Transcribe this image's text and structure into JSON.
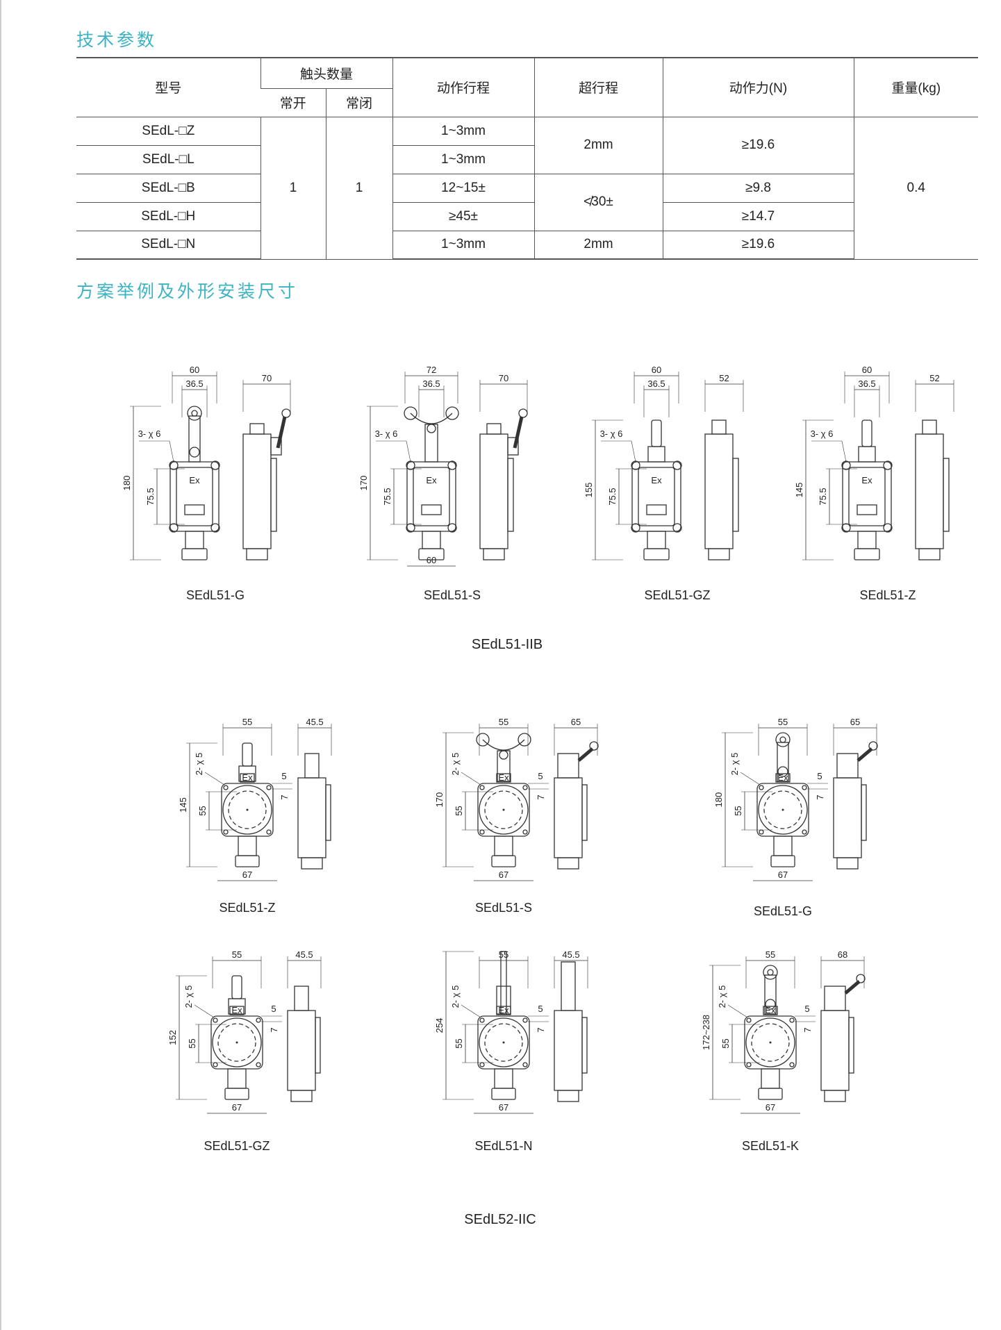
{
  "sections": {
    "spec_title": "技术参数",
    "drawings_title": "方案举例及外形安装尺寸"
  },
  "table": {
    "headers": {
      "model": "型号",
      "contacts": "触头数量",
      "no": "常开",
      "nc": "常闭",
      "travel": "动作行程",
      "overtravel": "超行程",
      "force": "动作力(N)",
      "weight": "重量(kg)"
    },
    "rows": [
      {
        "model": "SEdL-□Z",
        "travel": "1~3mm"
      },
      {
        "model": "SEdL-□L",
        "travel": "1~3mm"
      },
      {
        "model": "SEdL-□B",
        "travel": "12~15±"
      },
      {
        "model": "SEdL-□H",
        "travel": "≥45±"
      },
      {
        "model": "SEdL-□N",
        "travel": "1~3mm"
      }
    ],
    "no_value": "1",
    "nc_value": "1",
    "overtravel": [
      "2mm",
      "≮30±",
      "2mm"
    ],
    "force": [
      "≥19.6",
      "≥9.8",
      "≥14.7",
      "≥19.6"
    ],
    "weight": "0.4"
  },
  "iib": {
    "series": "SEdL51-IIB",
    "drawings": [
      {
        "model": "SEdL51-G",
        "w": "60",
        "w2": "36.5",
        "side": "70",
        "h": "180",
        "h2": "75.5",
        "holes": "3- χ 6",
        "act": "roller"
      },
      {
        "model": "SEdL51-S",
        "w": "72",
        "w2": "36.5",
        "side": "70",
        "h": "170",
        "h2": "75.5",
        "holes": "3- χ 6",
        "bottom": "60",
        "act": "fork"
      },
      {
        "model": "SEdL51-GZ",
        "w": "60",
        "w2": "36.5",
        "side": "52",
        "h": "155",
        "h2": "75.5",
        "holes": "3- χ 6",
        "act": "plunger"
      },
      {
        "model": "SEdL51-Z",
        "w": "60",
        "w2": "36.5",
        "side": "52",
        "h": "145",
        "h2": "75.5",
        "holes": "3- χ 6",
        "act": "plunger"
      }
    ]
  },
  "iic": {
    "series": "SEdL52-IIC",
    "drawings": [
      {
        "model": "SEdL51-Z",
        "w": "55",
        "side": "45.5",
        "h": "145",
        "h2": "55",
        "holes": "2- χ 5",
        "d5": "5",
        "d7": "7",
        "bottom": "67",
        "act": "plunger"
      },
      {
        "model": "SEdL51-S",
        "w": "55",
        "side": "65",
        "h": "170",
        "h2": "55",
        "holes": "2- χ 5",
        "d5": "5",
        "d7": "7",
        "bottom": "67",
        "act": "fork"
      },
      {
        "model": "SEdL51-G",
        "w": "55",
        "side": "65",
        "h": "180",
        "h2": "55",
        "holes": "2- χ 5",
        "d5": "5",
        "d7": "7",
        "bottom": "67",
        "act": "roller"
      },
      {
        "model": "SEdL51-GZ",
        "w": "55",
        "side": "45.5",
        "h": "152",
        "h2": "55",
        "holes": "2- χ 5",
        "d5": "5",
        "d7": "7",
        "bottom": "67",
        "act": "plunger"
      },
      {
        "model": "SEdL51-N",
        "w": "55",
        "side": "45.5",
        "h": "254",
        "h2": "55",
        "holes": "2- χ 5",
        "d5": "5",
        "d7": "7",
        "bottom": "67",
        "act": "rod"
      },
      {
        "model": "SEdL51-K",
        "w": "55",
        "side": "68",
        "h": "172~238",
        "h2": "55",
        "holes": "2- χ 5",
        "d5": "5",
        "d7": "7",
        "bottom": "67",
        "act": "roller"
      }
    ]
  },
  "body_mark": "Ex"
}
